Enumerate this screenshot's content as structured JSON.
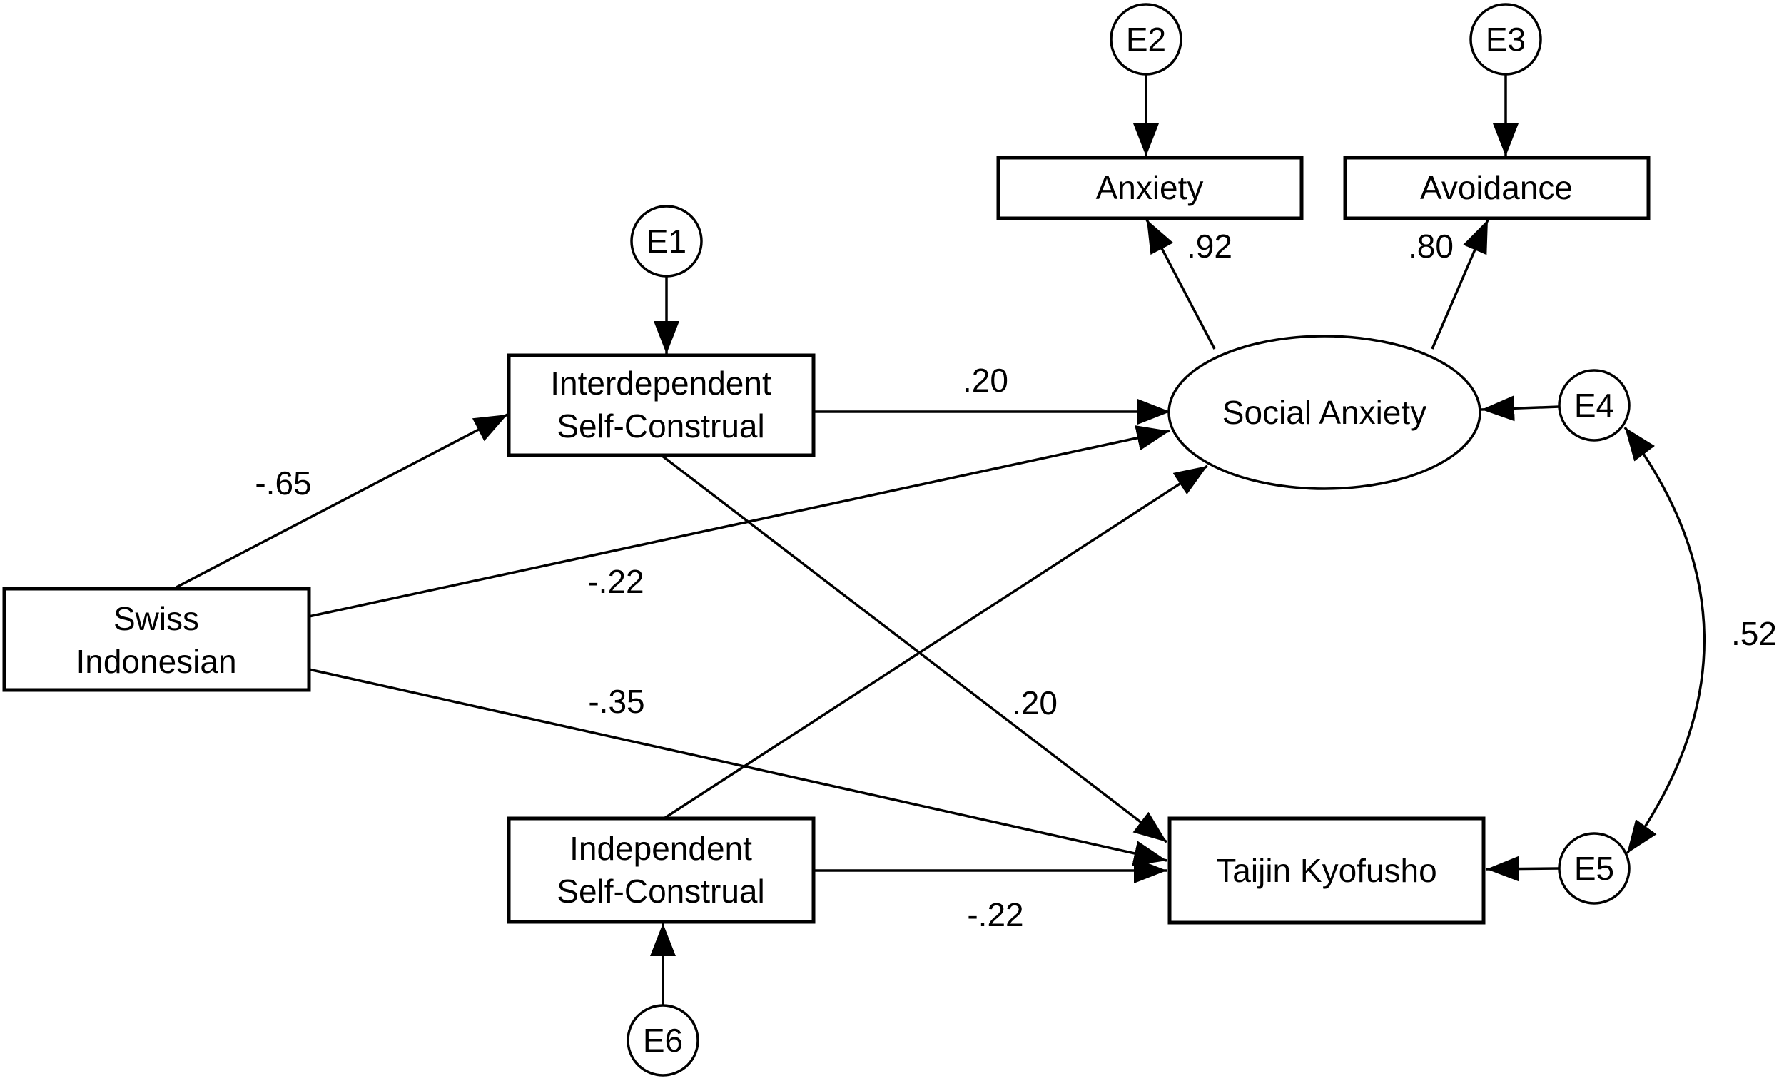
{
  "figure": {
    "background": "#ffffff",
    "ink": "#000000",
    "nodes": {
      "e1": "E1",
      "e2": "E2",
      "e3": "E3",
      "e4": "E4",
      "e5": "E5",
      "e6": "E6",
      "anxiety": "Anxiety",
      "avoidance": "Avoidance",
      "social_anxiety": "Social Anxiety",
      "taijin": "Taijin Kyofusho",
      "interdependent_line1": "Interdependent",
      "interdependent_line2": "Self-Construal",
      "independent_line1": "Independent",
      "independent_line2": "Self-Construal",
      "swiss_line1": "Swiss",
      "swiss_line2": "Indonesian"
    },
    "coefficients": {
      "social_anxiety_to_anxiety": ".92",
      "social_anxiety_to_avoidance": ".80",
      "interdependent_to_social_anxiety": ".20",
      "swiss_to_interdependent": "-.65",
      "swiss_to_social_anxiety": "-.22",
      "swiss_to_taijin": "-.35",
      "interdependent_to_taijin": ".20",
      "independent_to_taijin": "-.22",
      "e4_e5_covariance": ".52"
    }
  }
}
